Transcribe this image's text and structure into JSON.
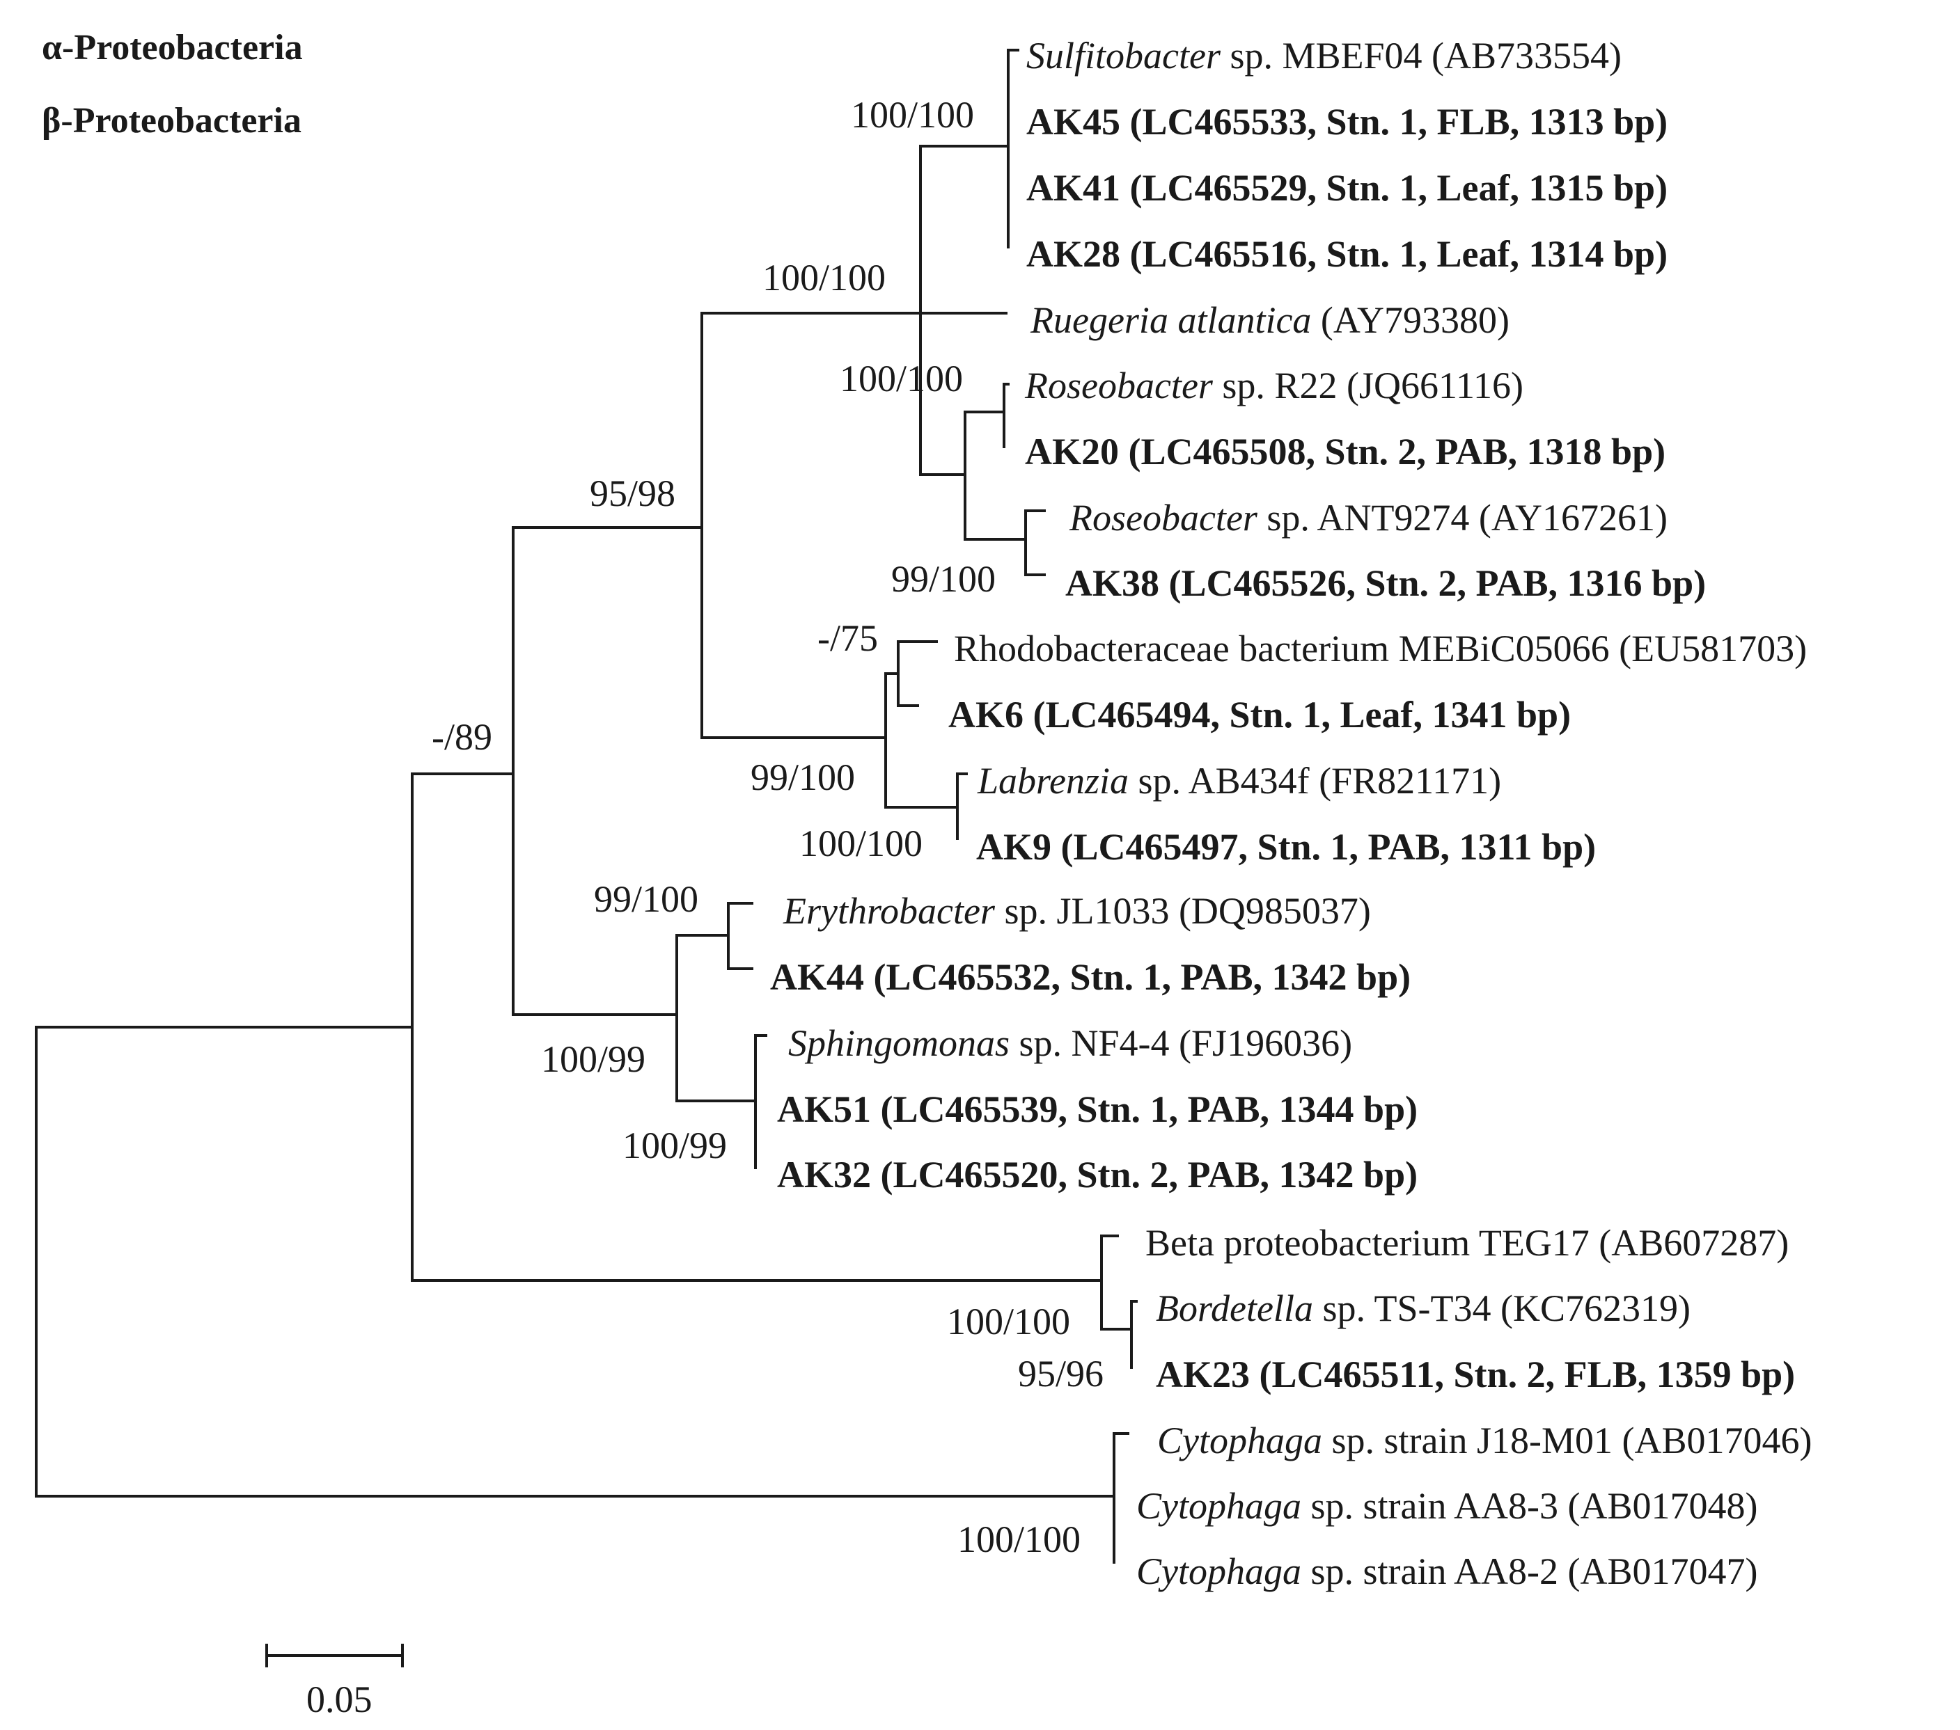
{
  "legend": {
    "alpha": "α-Proteobacteria",
    "beta": "β-Proteobacteria"
  },
  "scale_bar": {
    "label": "0.05"
  },
  "taxa": [
    {
      "id": "t1",
      "italic": "Sulfitobacter",
      "rest": " sp. MBEF04 (AB733554)",
      "bold": false
    },
    {
      "id": "t2",
      "italic": "",
      "rest": "AK45 (LC465533, Stn. 1, FLB, 1313 bp)",
      "bold": true
    },
    {
      "id": "t3",
      "italic": "",
      "rest": "AK41 (LC465529, Stn. 1, Leaf, 1315 bp)",
      "bold": true
    },
    {
      "id": "t4",
      "italic": "",
      "rest": "AK28 (LC465516, Stn. 1, Leaf, 1314 bp)",
      "bold": true
    },
    {
      "id": "t5",
      "italic": "Ruegeria atlantica",
      "rest": " (AY793380)",
      "bold": false
    },
    {
      "id": "t6",
      "italic": "Roseobacter",
      "rest": " sp. R22 (JQ661116)",
      "bold": false
    },
    {
      "id": "t7",
      "italic": "",
      "rest": "AK20 (LC465508, Stn. 2, PAB, 1318 bp)",
      "bold": true
    },
    {
      "id": "t8",
      "italic": "Roseobacter",
      "rest": " sp. ANT9274  (AY167261)",
      "bold": false
    },
    {
      "id": "t9",
      "italic": "",
      "rest": "AK38 (LC465526, Stn. 2, PAB, 1316 bp)",
      "bold": true
    },
    {
      "id": "t10",
      "italic": "",
      "rest": "Rhodobacteraceae bacterium MEBiC05066  (EU581703)",
      "bold": false
    },
    {
      "id": "t11",
      "italic": "",
      "rest": "AK6 (LC465494, Stn. 1, Leaf, 1341 bp)",
      "bold": true
    },
    {
      "id": "t12",
      "italic": "Labrenzia",
      "rest": " sp. AB434f  (FR821171)",
      "bold": false
    },
    {
      "id": "t13",
      "italic": "",
      "rest": "AK9  (LC465497, Stn. 1, PAB, 1311 bp)",
      "bold": true
    },
    {
      "id": "t14",
      "italic": "Erythrobacter",
      "rest": " sp. JL1033  (DQ985037)",
      "bold": false
    },
    {
      "id": "t15",
      "italic": "",
      "rest": "AK44 (LC465532, Stn. 1, PAB, 1342 bp)",
      "bold": true
    },
    {
      "id": "t16",
      "italic": "Sphingomonas",
      "rest": " sp. NF4-4  (FJ196036)",
      "bold": false
    },
    {
      "id": "t17",
      "italic": "",
      "rest": "AK51 (LC465539, Stn. 1, PAB, 1344 bp)",
      "bold": true
    },
    {
      "id": "t18",
      "italic": "",
      "rest": "AK32 (LC465520, Stn. 2, PAB, 1342 bp)",
      "bold": true
    },
    {
      "id": "t19",
      "italic": "",
      "rest": "Beta proteobacterium TEG17  (AB607287)",
      "bold": false
    },
    {
      "id": "t20",
      "italic": "Bordetella",
      "rest": " sp. TS-T34  (KC762319)",
      "bold": false
    },
    {
      "id": "t21",
      "italic": "",
      "rest": "AK23 (LC465511, Stn. 2, FLB, 1359 bp)",
      "bold": true
    },
    {
      "id": "t22",
      "italic": "Cytophaga",
      "rest": " sp. strain J18-M01  (AB017046)",
      "bold": false
    },
    {
      "id": "t23",
      "italic": "Cytophaga",
      "rest": " sp. strain AA8-3  (AB017048)",
      "bold": false
    },
    {
      "id": "t24",
      "italic": "Cytophaga",
      "rest": " sp. strain AA8-2  (AB017047)",
      "bold": false
    }
  ],
  "support_values": {
    "sulfitobacter_clade": "100/100",
    "ruegeria_clade": "100/100",
    "roseobacter_clade": "100/100",
    "ant9274_clade": "99/100",
    "alpha_core": "95/98",
    "rhodobacteraceae_clade": "-/75",
    "labrenzia_group": "99/100",
    "labrenzia_clade": "100/100",
    "alpha_all": "-/89",
    "erythrobacter_clade": "99/100",
    "sphingo_group": "100/99",
    "sphingomonas_clade": "100/99",
    "beta_clade": "100/100",
    "bordetella_clade": "95/96",
    "cytophaga_clade": "100/100"
  }
}
